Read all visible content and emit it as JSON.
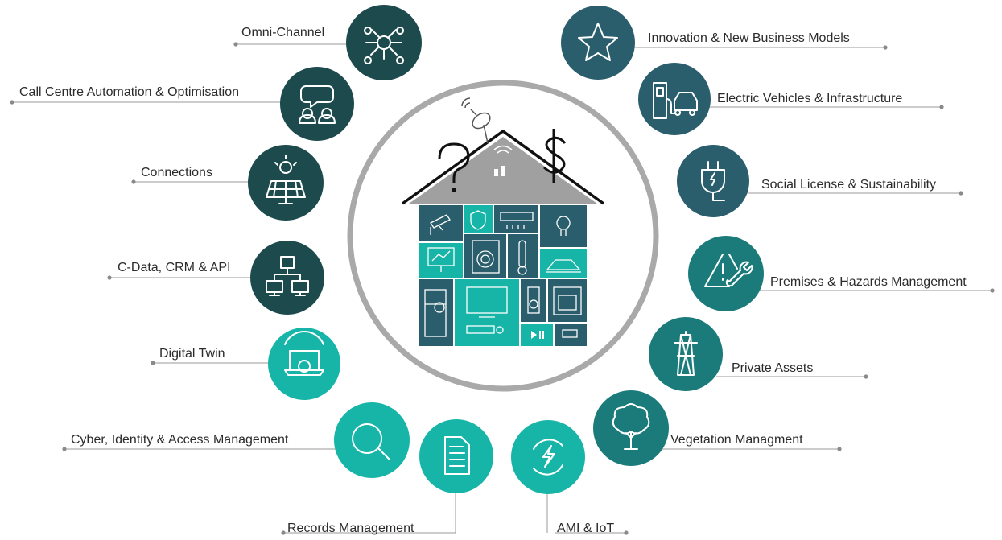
{
  "items": [
    {
      "id": "omni-channel",
      "label": "Omni-Channel",
      "icon": "network-hub-icon",
      "color": "#1d4a4c"
    },
    {
      "id": "call-centre",
      "label": "Call Centre Automation & Optimisation",
      "icon": "chat-agents-icon",
      "color": "#1d4a4c"
    },
    {
      "id": "connections",
      "label": "Connections",
      "icon": "solar-panel-icon",
      "color": "#1d4a4c"
    },
    {
      "id": "c-data",
      "label": "C-Data, CRM & API",
      "icon": "computer-network-icon",
      "color": "#1d4a4c"
    },
    {
      "id": "digital-twin",
      "label": "Digital Twin",
      "icon": "laptop-gear-icon",
      "color": "#17b5a8"
    },
    {
      "id": "cyber",
      "label": "Cyber, Identity & Access Management",
      "icon": "magnifier-icon",
      "color": "#17b5a8"
    },
    {
      "id": "records",
      "label": "Records Management",
      "icon": "document-icon",
      "color": "#17b5a8"
    },
    {
      "id": "ami",
      "label": "AMI & IoT",
      "icon": "energy-cycle-icon",
      "color": "#17b5a8"
    },
    {
      "id": "vegetation",
      "label": "Vegetation Managment",
      "icon": "tree-icon",
      "color": "#1b7b7a"
    },
    {
      "id": "private-assets",
      "label": "Private Assets",
      "icon": "transmission-tower-icon",
      "color": "#1b7b7a"
    },
    {
      "id": "premises",
      "label": "Premises & Hazards Management",
      "icon": "hazard-wrench-icon",
      "color": "#1b7b7a"
    },
    {
      "id": "social-license",
      "label": "Social License & Sustainability",
      "icon": "power-plug-icon",
      "color": "#2a5e6c"
    },
    {
      "id": "ev",
      "label": "Electric Vehicles & Infrastructure",
      "icon": "ev-charger-car-icon",
      "color": "#2a5e6c"
    },
    {
      "id": "innovation",
      "label": "Innovation & New Business Models",
      "icon": "star-icon",
      "color": "#2a5e6c"
    }
  ],
  "center": {
    "icon": "smart-home-icon",
    "ring_color": "#a9a9a9",
    "roof_color": "#a0a0a0",
    "tile_dark": "#2a5e6c",
    "tile_teal": "#17b5a8"
  }
}
